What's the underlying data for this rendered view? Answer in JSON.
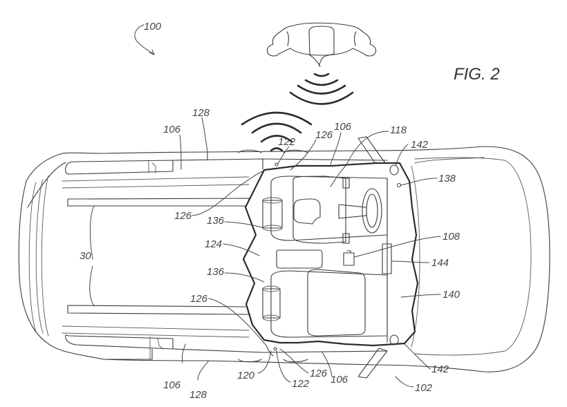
{
  "figure": {
    "title": "FIG. 2",
    "reference_numerals": {
      "system": "100",
      "vehicle": "102",
      "door_top_front": "106",
      "door_top_rear": "106",
      "door_bottom_front": "106",
      "door_bottom_rear": "106",
      "controller": "108",
      "occupant": "118",
      "door_handle": "120",
      "sensor_top": "122",
      "sensor_bottom": "122",
      "interior": "124",
      "sensor_field_top_a": "126",
      "sensor_field_top_b": "126",
      "sensor_field_bottom_a": "126",
      "sensor_field_bottom_b": "126",
      "sill_top": "128",
      "sill_bottom": "128",
      "roof_rail": "30",
      "seat_front": "136",
      "seat_passenger": "136",
      "camera": "138",
      "dashboard": "140",
      "speaker_top": "142",
      "speaker_bottom": "142",
      "display": "144"
    },
    "icons": [
      "person-icon",
      "wireless-signal-icon",
      "vehicle-top-view-icon"
    ]
  }
}
